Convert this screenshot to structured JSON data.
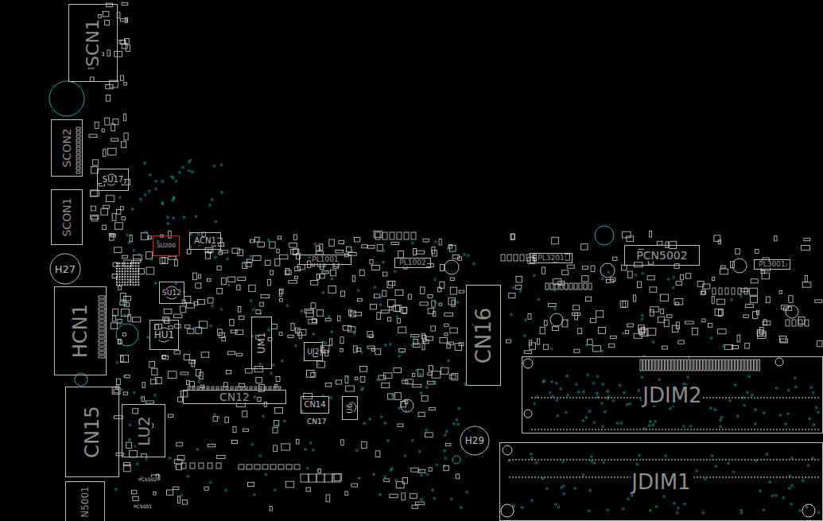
{
  "diagram": {
    "nodes": [
      {
        "text": [
          "SCN1"
        ]
      },
      {
        "text": [
          "SCON2"
        ]
      },
      {
        "text": [
          "SCON1"
        ]
      },
      {
        "text": [
          "H27"
        ]
      },
      {
        "text": [
          "HCN1"
        ]
      },
      {
        "text": [
          "CN15"
        ]
      },
      {
        "text": [
          "N5001"
        ]
      },
      {
        "text": [
          "LU2"
        ]
      },
      {
        "text": [
          "SU17"
        ]
      },
      {
        "text": [
          "SU200"
        ]
      },
      {
        "text": [
          "ACN1"
        ]
      },
      {
        "text": [
          "SU12"
        ]
      },
      {
        "text": [
          "HU1"
        ]
      },
      {
        "text": [
          "UM1"
        ]
      },
      {
        "text": [
          "CN12"
        ]
      },
      {
        "text": [
          "CN14"
        ]
      },
      {
        "text": [
          "UJ2"
        ]
      },
      {
        "text": [
          "U6"
        ]
      },
      {
        "text": [
          "CN16"
        ]
      },
      {
        "text": [
          "PL1001"
        ]
      },
      {
        "text": [
          "PL1002"
        ]
      },
      {
        "text": [
          "PL3201"
        ]
      },
      {
        "text": [
          "PCN5002"
        ]
      },
      {
        "text": [
          "PL3001"
        ]
      },
      {
        "text": [
          "JDIM2"
        ]
      },
      {
        "text": [
          "JDIM1"
        ]
      },
      {
        "text": [
          "H29"
        ]
      }
    ],
    "labels": [
      "CN17",
      "PC5002",
      "PC5001"
    ]
  }
}
